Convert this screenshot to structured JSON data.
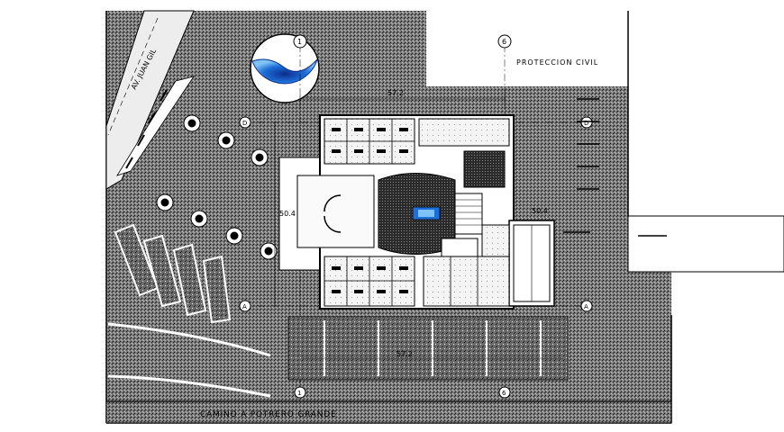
{
  "drawing": {
    "road_label": "CAMINO A POTRERO GRANDE",
    "street_label": "AV. JUAN GIL",
    "neighbor_label": "PROTECCION CIVIL",
    "dim_width": "57.2",
    "dim_height": "50.4",
    "dim_side": "50.4",
    "dim_bottom": "57.2"
  },
  "axes": {
    "axis_a": "1",
    "axis_b": "6",
    "axis_c": "1",
    "axis_d": "6",
    "axis_e": "D",
    "axis_f": "D",
    "axis_g": "A",
    "axis_h": "A"
  },
  "colors": {
    "hatch_dark": "#1a1a1a",
    "hatch_mid": "#5a5a5a",
    "paper": "#ffffff",
    "water": "#1e6fd9",
    "water_light": "#7ec3f5"
  },
  "icons": {
    "logo": "water-wave-logo",
    "north": "axis-bubble"
  }
}
